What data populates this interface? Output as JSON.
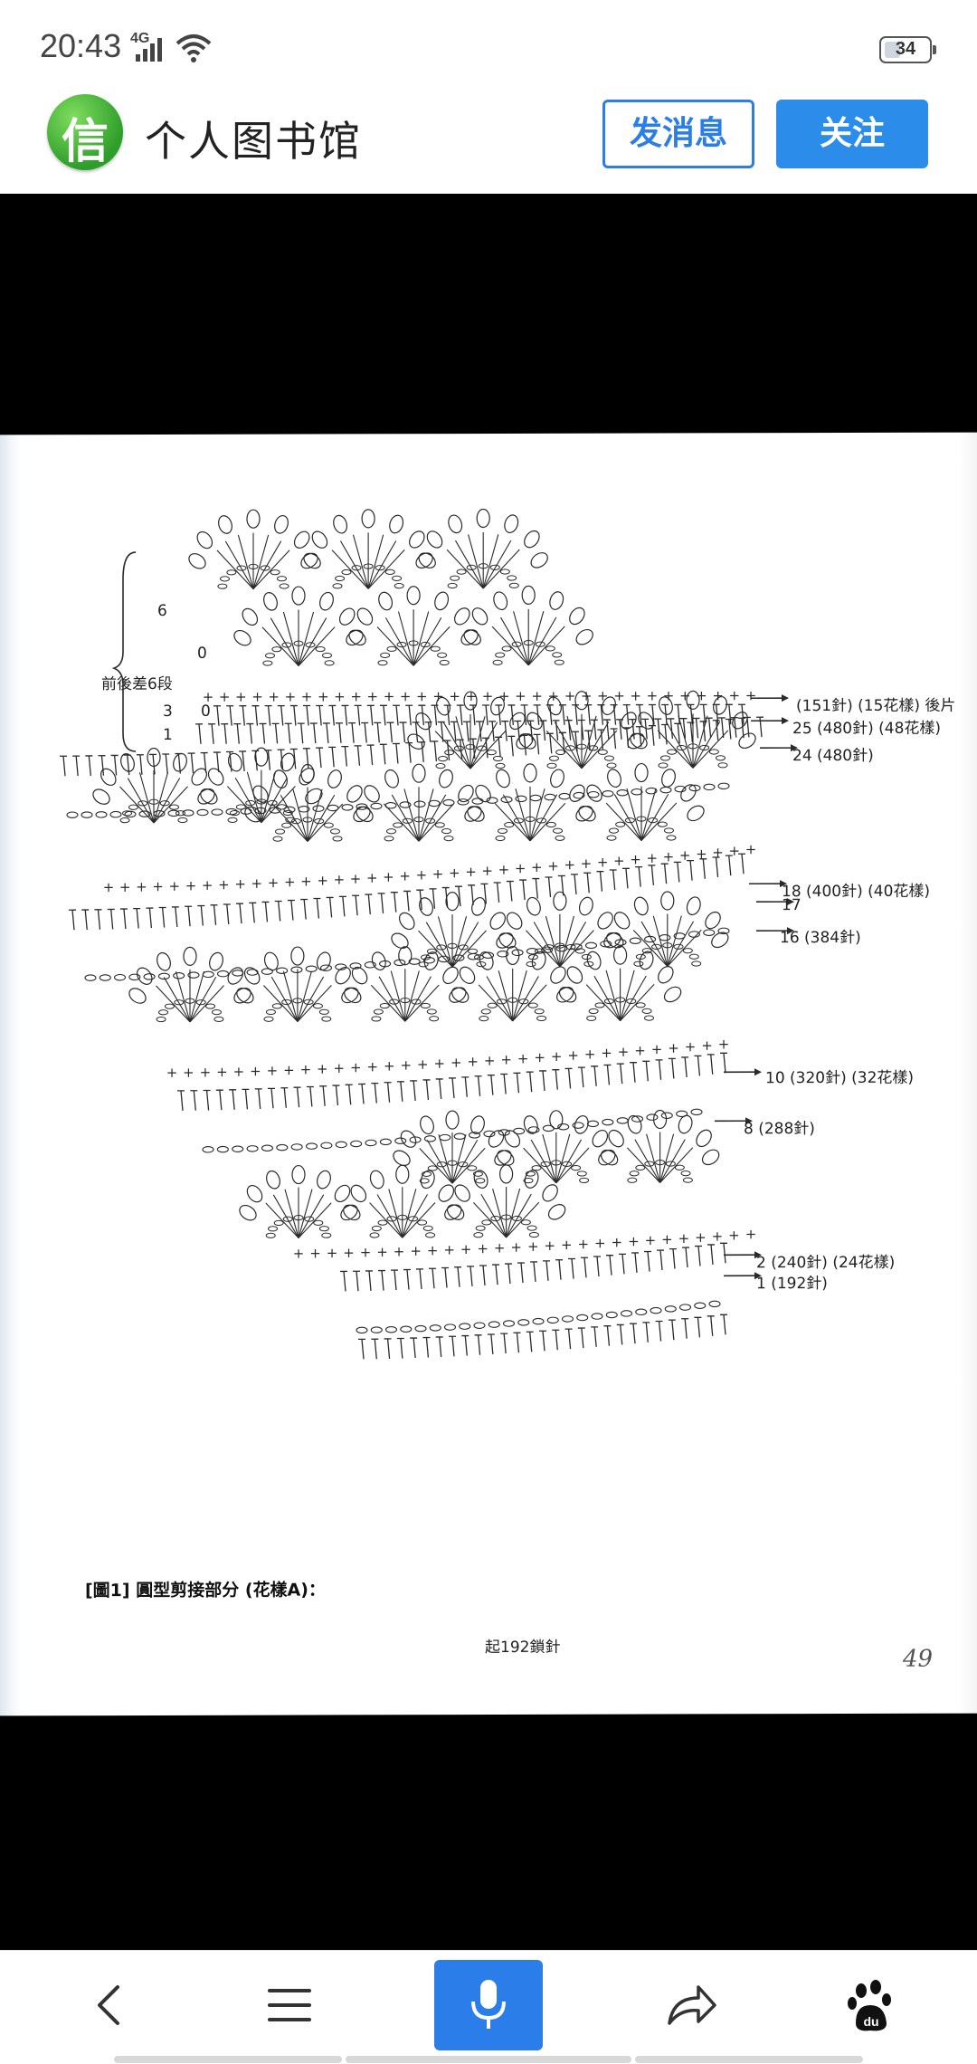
{
  "status_bar": {
    "time": "20:43",
    "network": "4G",
    "battery": "34",
    "battery_level": 0.34
  },
  "header": {
    "logo_glyph": "信",
    "title": "个人图书馆",
    "message_button": "发消息",
    "follow_button": "关注"
  },
  "image": {
    "side_note": "前後差6段",
    "left_labels": [
      "6",
      "0",
      "3",
      "0",
      "1"
    ],
    "right_labels": [
      "(151針) (15花樣) 後片",
      "25 (480針) (48花樣)",
      "24 (480針)",
      "18 (400針) (40花樣)",
      "17",
      "16 (384針)",
      "10 (320針) (32花樣)",
      "8 (288針)",
      "2 (240針) (24花樣)",
      "1 (192針)"
    ],
    "caption": "[圖1] 圓型剪接部分 (花樣A)：",
    "start_note": "起192鎖針",
    "page_number": "49"
  },
  "toolbar": {
    "icons": [
      "back-icon",
      "menu-icon",
      "microphone-icon",
      "share-icon",
      "baidu-paw-icon"
    ]
  },
  "colors": {
    "accent": "#2b7de9",
    "logo_green": "#2e9e2a",
    "viewer_bg": "#000000"
  }
}
